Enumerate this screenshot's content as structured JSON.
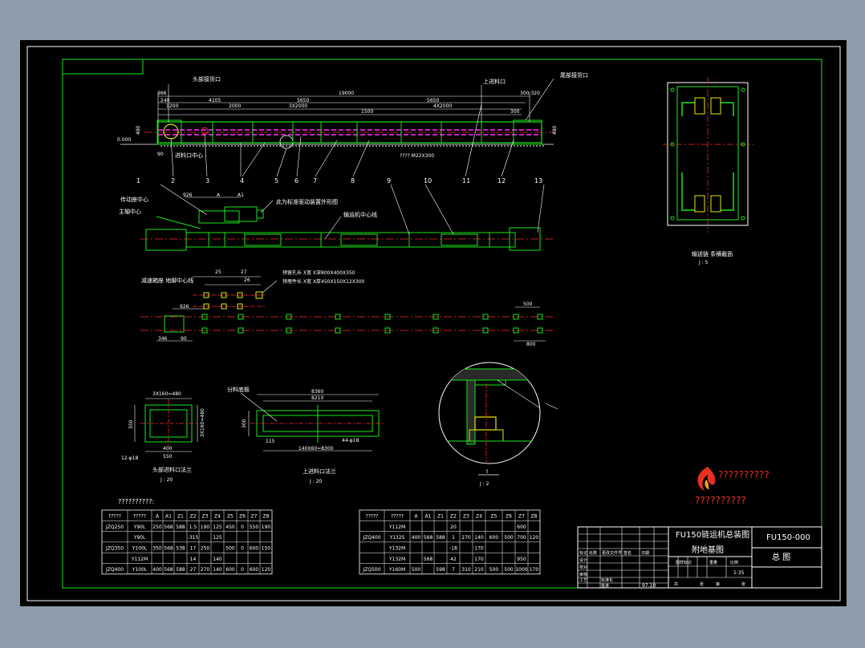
{
  "title_block": {
    "drawing_title_line1": "FU150链运机总装图",
    "drawing_title_line2": "附地基图",
    "drawing_number": "FU150-000",
    "sheet_name": "总 图",
    "scale": "1:35",
    "date": "97.10"
  },
  "logo": {
    "text": "??????????",
    "subtext": "??????????"
  },
  "callouts": {
    "head_outlet": "头部接货口",
    "top_inlet": "上进料口",
    "tail_outlet": "尾部接货口",
    "inlet_center": "进料口中心",
    "drive_center": "传动座中心",
    "main_shaft_center": "主轴中心",
    "motor_note": "此为标准驱动装置外形图",
    "conveyor_center": "输运机中心线",
    "reducer_center": "减速箱座 地脚中心线",
    "bolt_hole_note1": "预留孔长 X宽 X深800X400X350",
    "bolt_hole_note2": "预埋件长 X宽 X厚450X150X12X300",
    "belt_cross": "输送链 条横截面",
    "scale_j5": "J : 5",
    "head_flange": "头部进料口法兰",
    "scale_j20a": "J : 20",
    "top_flange": "上进料口法兰",
    "scale_j20b": "J : 20",
    "feed_plate": "分料底板",
    "detail_label": "I",
    "scale_j2": "J : 2",
    "table_caption": "??????????:"
  },
  "dims": {
    "d366": "366",
    "d240": "240",
    "d19000": "19000",
    "d300_320": "300  320",
    "d1200": "1200",
    "d4105": "4105",
    "d2000": "2000",
    "d3x2000": "3X2000",
    "d5650a": "5650",
    "d5650b": "5650",
    "d1500": "1500",
    "d4x2000": "4X2000",
    "d300": "300",
    "d480l": "480",
    "d480r": "480",
    "d0": "0.000",
    "d90": "90",
    "hole": "????  M22X300",
    "d926": "926",
    "d_a": "A",
    "d_a1": "A1",
    "d25": "25",
    "d27": "27",
    "d26": "26",
    "d926b": "926",
    "d90b": "90",
    "d346": "346",
    "d500": "500",
    "d800": "800",
    "f3x160": "3X160=480",
    "f550": "550",
    "f400": "400",
    "f12": "12-φ18",
    "f_side": "3X160=480",
    "f350": "350",
    "p8360": "8360",
    "p8210": "8210",
    "p300": "300",
    "p115": "115",
    "p140": "140X60=8300",
    "p44": "44-φ18"
  },
  "table_left": {
    "headers": [
      "?????",
      "?????",
      "A",
      "A1",
      "Z1",
      "Z2",
      "Z3",
      "Z4",
      "Z5",
      "Z6",
      "Z7",
      "Z8"
    ],
    "rows": [
      [
        "JZQ250",
        "Y90L",
        "250",
        "568",
        "588",
        "1.5",
        "190",
        "125",
        "450",
        "0",
        "550",
        "190"
      ],
      [
        "",
        "Y90L",
        "",
        "",
        "",
        "-315",
        "",
        "125",
        "",
        "",
        "",
        ""
      ],
      [
        "JZQ350",
        "Y100L",
        "350",
        "568",
        "538",
        "17",
        "250",
        "",
        "500",
        "0",
        "600",
        "150"
      ],
      [
        "",
        "Y112M",
        "",
        "",
        "",
        "14",
        "",
        "140",
        "",
        "",
        "",
        ""
      ],
      [
        "JZQ400",
        "Y100L",
        "400",
        "568",
        "588",
        "27",
        "270",
        "140",
        "600",
        "0",
        "600",
        "120"
      ]
    ]
  },
  "table_right": {
    "headers": [
      "?????",
      "?????",
      "A",
      "A1",
      "Z1",
      "Z2",
      "Z3",
      "Z4",
      "Z5",
      "Z6",
      "Z7",
      "Z8"
    ],
    "rows": [
      [
        "",
        "Y112M",
        "",
        "",
        "",
        "20",
        "",
        "",
        "",
        "",
        "600",
        ""
      ],
      [
        "JZQ400",
        "Y132S",
        "400",
        "568",
        "588",
        "1",
        "270",
        "140",
        "600",
        "500",
        "700",
        "120"
      ],
      [
        "",
        "Y132M",
        "",
        "",
        "",
        "-18",
        "",
        "170",
        "",
        "",
        "",
        ""
      ],
      [
        "",
        "Y132M",
        "",
        "568",
        "",
        "42",
        "",
        "170",
        "",
        "",
        "950",
        ""
      ],
      [
        "JZQ500",
        "Y160M",
        "500",
        "",
        "598",
        "7",
        "310",
        "210",
        "500",
        "500",
        "1000",
        "170"
      ]
    ]
  },
  "part_numbers": [
    "1",
    "2",
    "3",
    "4",
    "5",
    "6",
    "7",
    "8",
    "9",
    "10",
    "11",
    "12",
    "13"
  ],
  "title_small": {
    "c1": "标记",
    "c2": "处数",
    "c3": "更改文件号",
    "c4": "签名",
    "c5": "日期",
    "r1": "设计",
    "r2": "校对",
    "r3": "审核",
    "r4": "工艺",
    "r5": "标准化",
    "r6": "批准",
    "s1": "图样标记",
    "s2": "重量",
    "s3": "比例",
    "t1": "共",
    "t2": "张",
    "t3": "第",
    "t4": "张"
  }
}
